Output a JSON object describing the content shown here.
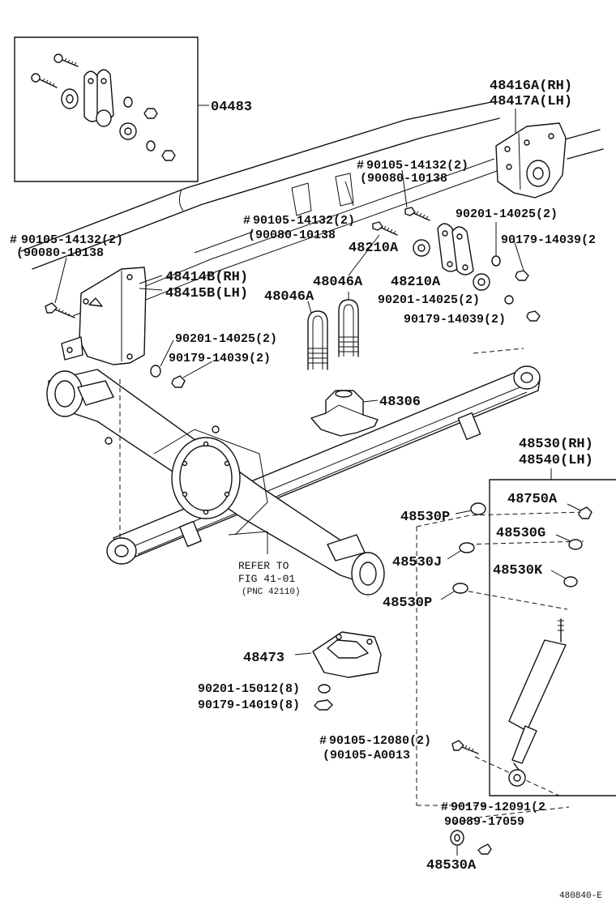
{
  "labels": {
    "kit_04483": "04483",
    "bracket_48416a": "48416A(RH)",
    "bracket_48417a": "48417A(LH)",
    "bolt_a_1": "90105-14132(2)",
    "bolt_a_2": "(90080-10138",
    "bolt_b_1": "90105-14132(2)",
    "bolt_b_2": "(90080-10138",
    "bolt_c_1": "90105-14132(2)",
    "bolt_c_2": "(90080-10138",
    "washer_top": "90201-14025(2)",
    "nut_top": "90179-14039(2",
    "shackle_48210a_1": "48210A",
    "shackle_48210a_2": "48210A",
    "washer_mid": "90201-14025(2)",
    "nut_mid": "90179-14039(2)",
    "hanger_48414b": "48414B(RH)",
    "hanger_48415b": "48415B(LH)",
    "ubolt_48046a_1": "48046A",
    "ubolt_48046a_2": "48046A",
    "washer_left": "90201-14025(2)",
    "nut_left": "90179-14039(2)",
    "bumper_48306": "48306",
    "shock_48530": "48530(RH)",
    "shock_48540": "48540(LH)",
    "nut_48750a": "48750A",
    "cushion_48530p_top": "48530P",
    "cushion_48530g": "48530G",
    "cushion_48530j": "48530J",
    "cushion_48530k": "48530K",
    "cushion_48530p_bot": "48530P",
    "refer_1": "REFER TO",
    "refer_2": "FIG 41-01",
    "refer_3": "(PNC 42110)",
    "seat_48473": "48473",
    "washer_seat": "90201-15012(8)",
    "nut_seat": "90179-14019(8)",
    "bolt_shock_1": "90105-12080(2)",
    "bolt_shock_2": "(90105-A0013",
    "nut_shock_1": "90179-12091(2",
    "nut_shock_2": "90089-17059",
    "bushing_48530a": "48530A",
    "figure_code": "480840-E",
    "marker": "#"
  }
}
